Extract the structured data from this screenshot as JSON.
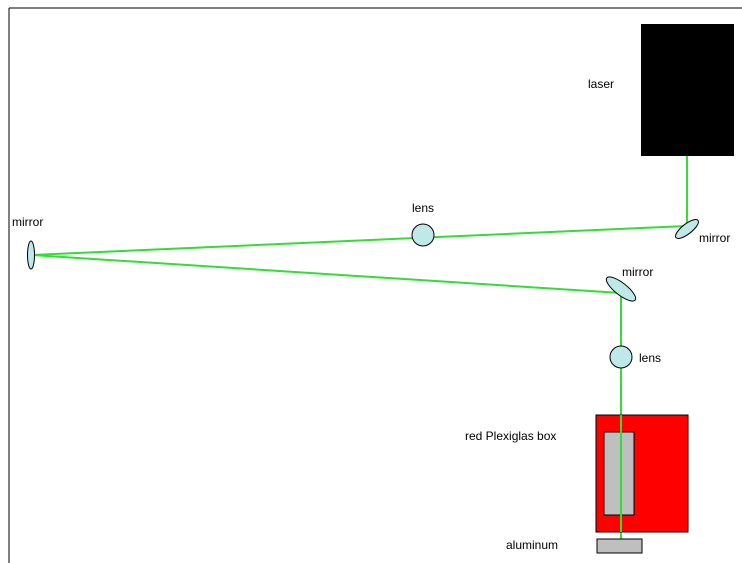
{
  "diagram": {
    "labels": {
      "laser": "laser",
      "mirror_left": "mirror",
      "lens_top": "lens",
      "mirror_top_right": "mirror",
      "mirror_middle": "mirror",
      "lens_bottom": "lens",
      "box": "red Plexiglas box",
      "aluminum": "aluminum"
    },
    "colors": {
      "beam": "#33dd33",
      "laser_body": "#000000",
      "optic_fill": "#bfe8e8",
      "box_fill": "#ff0000",
      "sample_fill": "#bfbfbf",
      "aluminum_fill": "#bfbfbf",
      "frame": "#000000"
    }
  }
}
